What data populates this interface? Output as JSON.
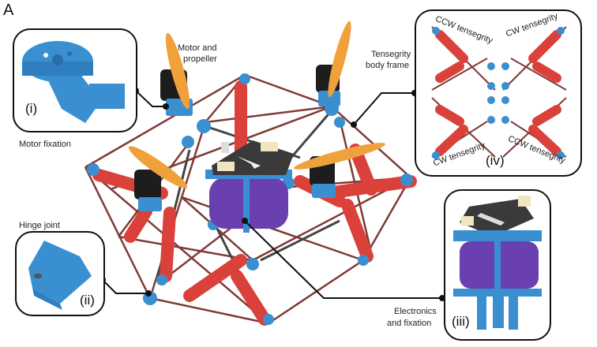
{
  "figure": {
    "panel_label": "A",
    "colors": {
      "strut_red": "#d9413a",
      "node_blue": "#3a8fd0",
      "cable_brown": "#7f3a36",
      "propeller_orange": "#f0a13c",
      "motor_black": "#1d1d1d",
      "battery_purple": "#6a3fb0",
      "board_dark": "#3a3a3a",
      "connector_cream": "#efe6c0",
      "callout_line": "#111111"
    },
    "labels": {
      "motor_propeller": [
        "Motor and",
        "propeller"
      ],
      "motor_fixation": "Motor fixation",
      "tensegrity_frame": [
        "Tensegrity",
        "body frame"
      ],
      "hinge_joint": "Hinge joint",
      "electronics": [
        "Electronics",
        "and fixation"
      ]
    },
    "insets": {
      "i": {
        "roman": "(i)",
        "caption": "Motor fixation"
      },
      "ii": {
        "roman": "(ii)",
        "caption": "Hinge joint"
      },
      "iii": {
        "roman": "(iii)",
        "caption": "Electronics and fixation"
      },
      "iv": {
        "roman": "(iv)",
        "quadrants": [
          "CCW tensegrity",
          "CW tensegrity",
          "CW tensegrity",
          "CCW tensegrity"
        ]
      }
    }
  }
}
